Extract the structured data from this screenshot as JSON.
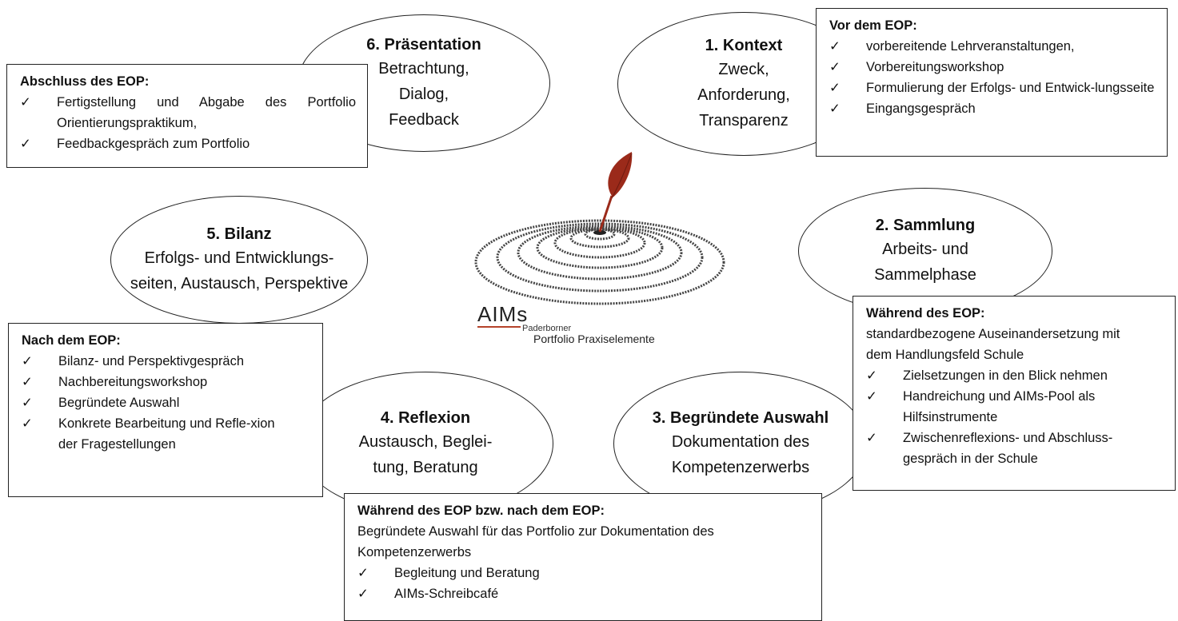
{
  "phases": [
    {
      "title": "6. Präsentation",
      "lines": [
        "Betrachtung,",
        "Dialog,",
        "Feedback"
      ]
    },
    {
      "title": "1. Kontext",
      "lines": [
        "Zweck,",
        "Anforderung,",
        "Transparenz"
      ]
    },
    {
      "title": "2. Sammlung",
      "lines": [
        "Arbeits- und",
        "Sammelphase"
      ]
    },
    {
      "title": "5. Bilanz",
      "lines": [
        "Erfolgs- und Entwicklungs-",
        "seiten, Austausch, Perspektive"
      ]
    },
    {
      "title": "4. Reflexion",
      "lines": [
        "Austausch, Beglei-",
        "tung, Beratung"
      ]
    },
    {
      "title": "3. Begründete Auswahl",
      "lines": [
        "Dokumentation des",
        "Kompetenzerwerbs"
      ]
    }
  ],
  "boxes": {
    "abschluss": {
      "title": "Abschluss des EOP:",
      "items": [
        "Fertigstellung und Abgabe des Portfolio Orientierungspraktikum,",
        "Feedbackgespräch zum Portfolio"
      ]
    },
    "vor": {
      "title": "Vor dem EOP:",
      "items": [
        "vorbereitende Lehrveranstaltungen,",
        "Vorbereitungsworkshop",
        "Formulierung der Erfolgs- und Entwick-lungsseite",
        "Eingangsgespräch"
      ]
    },
    "nach": {
      "title": "Nach dem EOP:",
      "items": [
        "Bilanz- und Perspektivgespräch",
        "Nachbereitungsworkshop",
        "Begründete Auswahl",
        "Konkrete Bearbeitung und Refle-xion der Fragestellungen"
      ]
    },
    "waehrend": {
      "title": "Während des EOP:",
      "intro": "standardbezogene Auseinandersetzung mit dem Handlungsfeld Schule",
      "items": [
        "Zielsetzungen in den Blick nehmen",
        "Handreichung und AIMs-Pool als Hilfsinstrumente",
        "Zwischenreflexions- und Abschluss-gespräch in der Schule"
      ]
    },
    "waehrend_nach": {
      "title": "Während des EOP bzw. nach dem EOP:",
      "intro": "Begründete Auswahl für das Portfolio zur Dokumentation des Kompetenzerwerbs",
      "items": [
        "Begleitung und Beratung",
        "AIMs-Schreibcafé"
      ]
    }
  },
  "logo": {
    "name": "AIMs",
    "line1": "Paderborner",
    "line2": "Portfolio Praxiselemente",
    "quill_color": "#9b2a1a",
    "accent_color": "#b5432a"
  }
}
